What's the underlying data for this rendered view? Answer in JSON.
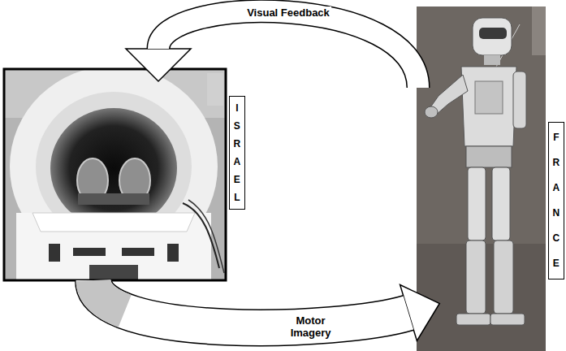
{
  "diagram": {
    "nodes": [
      {
        "text": [
          "ISRAEL"
        ]
      },
      {
        "text": [
          "FRANCE"
        ]
      }
    ],
    "edges": [
      {
        "from": 1,
        "to": 0,
        "arrow": "to",
        "label": "Visual Feedback"
      },
      {
        "from": 0,
        "to": 1,
        "arrow": "to",
        "label": "Motor Imagery"
      }
    ]
  }
}
